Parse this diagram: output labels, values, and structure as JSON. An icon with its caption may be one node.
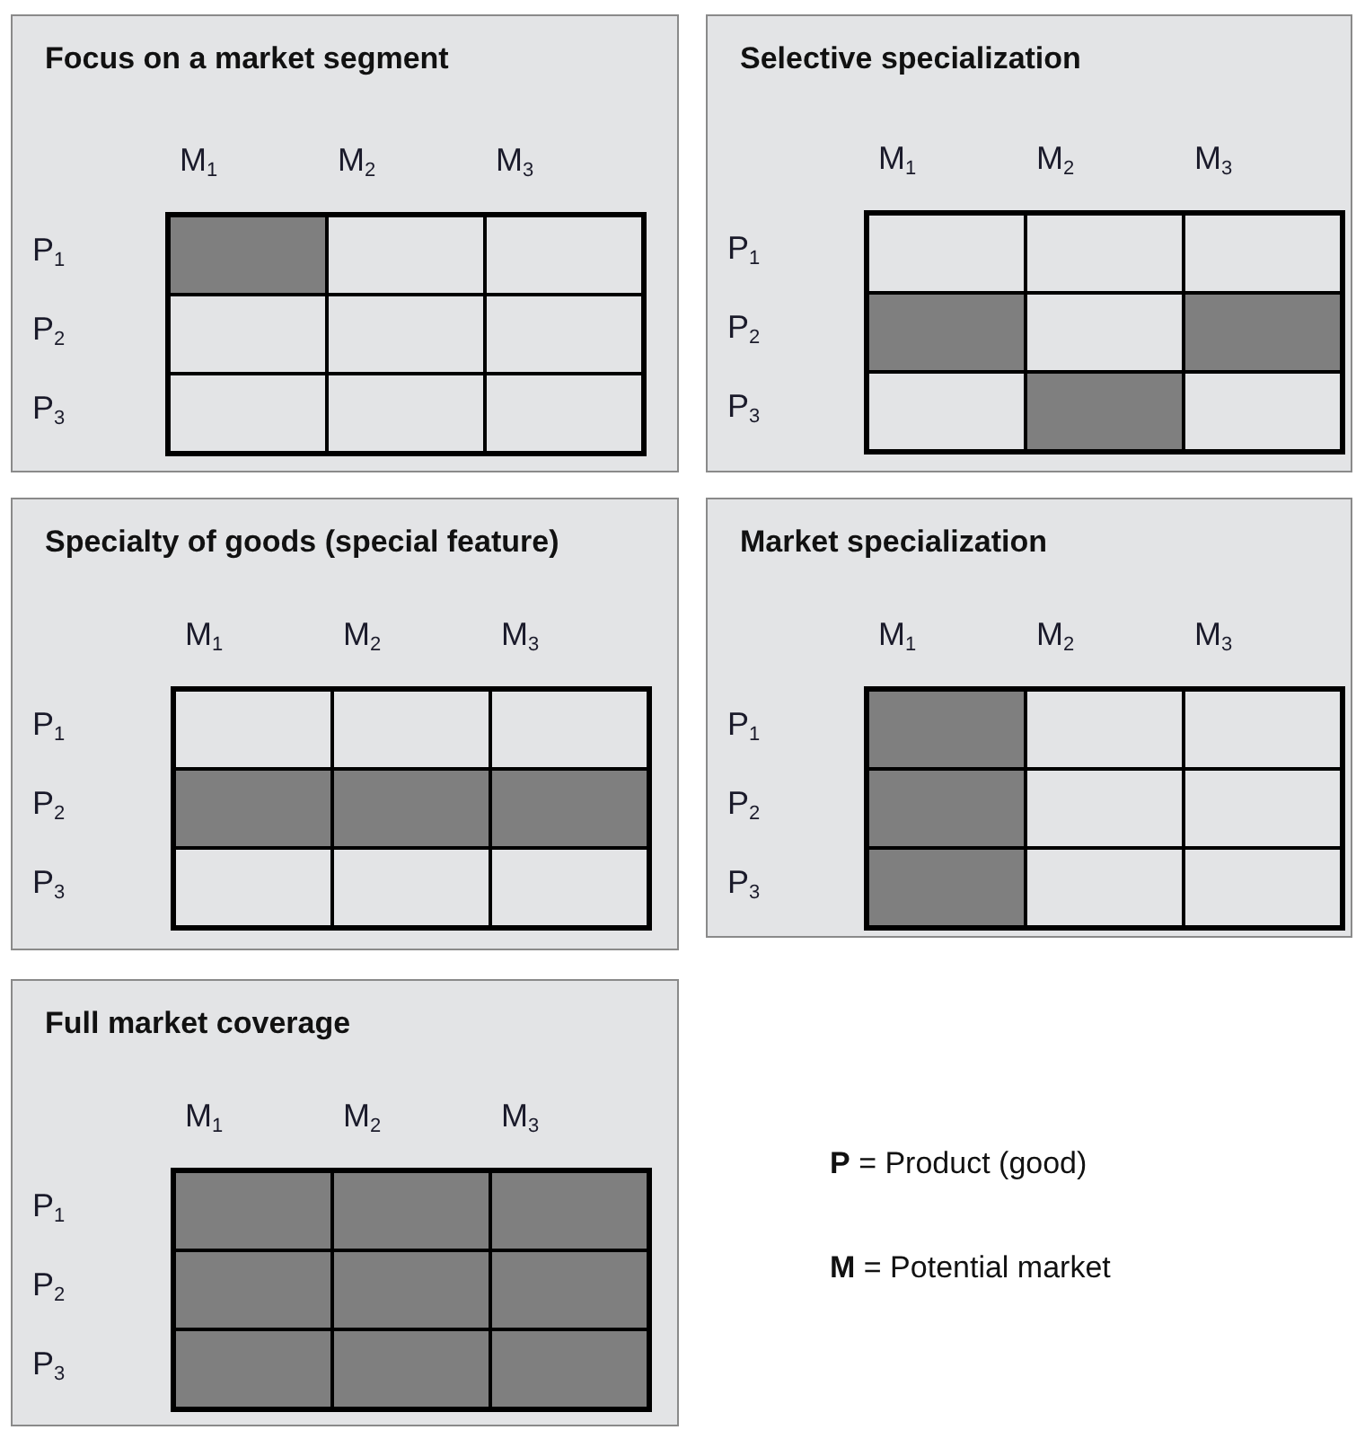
{
  "diagram": {
    "nodes": [
      {
        "text": [
          "Focus on a market segment"
        ]
      },
      {
        "text": [],
        "shape": "shaded",
        "in": 0
      },
      {
        "text": [],
        "shape": "box",
        "in": 0
      },
      {
        "text": [],
        "shape": "box",
        "in": 0
      },
      {
        "text": [],
        "shape": "box",
        "in": 0
      },
      {
        "text": [],
        "shape": "box",
        "in": 0
      },
      {
        "text": [],
        "shape": "box",
        "in": 0
      },
      {
        "text": [],
        "shape": "box",
        "in": 0
      },
      {
        "text": [],
        "shape": "box",
        "in": 0
      },
      {
        "text": [],
        "shape": "box",
        "in": 0
      },
      {
        "text": [
          "Selective specialization"
        ]
      },
      {
        "text": [],
        "shape": "box",
        "in": 10
      },
      {
        "text": [],
        "shape": "box",
        "in": 10
      },
      {
        "text": [],
        "shape": "box",
        "in": 10
      },
      {
        "text": [],
        "shape": "shaded",
        "in": 10
      },
      {
        "text": [],
        "shape": "box",
        "in": 10
      },
      {
        "text": [],
        "shape": "shaded",
        "in": 10
      },
      {
        "text": [],
        "shape": "box",
        "in": 10
      },
      {
        "text": [],
        "shape": "shaded",
        "in": 10
      },
      {
        "text": [],
        "shape": "box",
        "in": 10
      },
      {
        "text": [
          "Specialty of goods (special feature)"
        ]
      },
      {
        "text": [],
        "shape": "box",
        "in": 20
      },
      {
        "text": [],
        "shape": "box",
        "in": 20
      },
      {
        "text": [],
        "shape": "box",
        "in": 20
      },
      {
        "text": [],
        "shape": "shaded",
        "in": 20
      },
      {
        "text": [],
        "shape": "shaded",
        "in": 20
      },
      {
        "text": [],
        "shape": "shaded",
        "in": 20
      },
      {
        "text": [],
        "shape": "box",
        "in": 20
      },
      {
        "text": [],
        "shape": "box",
        "in": 20
      },
      {
        "text": [],
        "shape": "box",
        "in": 20
      },
      {
        "text": [
          "Market specialization"
        ]
      },
      {
        "text": [],
        "shape": "shaded",
        "in": 30
      },
      {
        "text": [],
        "shape": "box",
        "in": 30
      },
      {
        "text": [],
        "shape": "box",
        "in": 30
      },
      {
        "text": [],
        "shape": "shaded",
        "in": 30
      },
      {
        "text": [],
        "shape": "box",
        "in": 30
      },
      {
        "text": [],
        "shape": "box",
        "in": 30
      },
      {
        "text": [],
        "shape": "shaded",
        "in": 30
      },
      {
        "text": [],
        "shape": "box",
        "in": 30
      },
      {
        "text": [],
        "shape": "box",
        "in": 30
      },
      {
        "text": [
          "Full market coverage"
        ]
      },
      {
        "text": [],
        "shape": "shaded",
        "in": 40
      },
      {
        "text": [],
        "shape": "shaded",
        "in": 40
      },
      {
        "text": [],
        "shape": "shaded",
        "in": 40
      },
      {
        "text": [],
        "shape": "shaded",
        "in": 40
      },
      {
        "text": [],
        "shape": "shaded",
        "in": 40
      },
      {
        "text": [],
        "shape": "shaded",
        "in": 40
      },
      {
        "text": [],
        "shape": "shaded",
        "in": 40
      },
      {
        "text": [],
        "shape": "shaded",
        "in": 40
      },
      {
        "text": [],
        "shape": "shaded",
        "in": 40
      }
    ],
    "labels": [
      "M$_{1}$",
      "M$_{2}$",
      "M$_{3}$",
      "P$_{1}$",
      "P$_{2}$",
      "P$_{3}$",
      "M$_{1}$",
      "M$_{2}$",
      "M$_{3}$",
      "P$_{1}$",
      "P$_{2}$",
      "P$_{3}$",
      "M$_{1}$",
      "M$_{2}$",
      "M$_{3}$",
      "P$_{1}$",
      "P$_{2}$",
      "P$_{3}$",
      "M$_{1}$",
      "M$_{2}$",
      "M$_{3}$",
      "P$_{1}$",
      "P$_{2}$",
      "P$_{3}$",
      "M$_{1}$",
      "M$_{2}$",
      "M$_{3}$",
      "P$_{1}$",
      "P$_{2}$",
      "P$_{3}$",
      "**P** = Product (good)",
      "**M** = Potential market"
    ]
  }
}
